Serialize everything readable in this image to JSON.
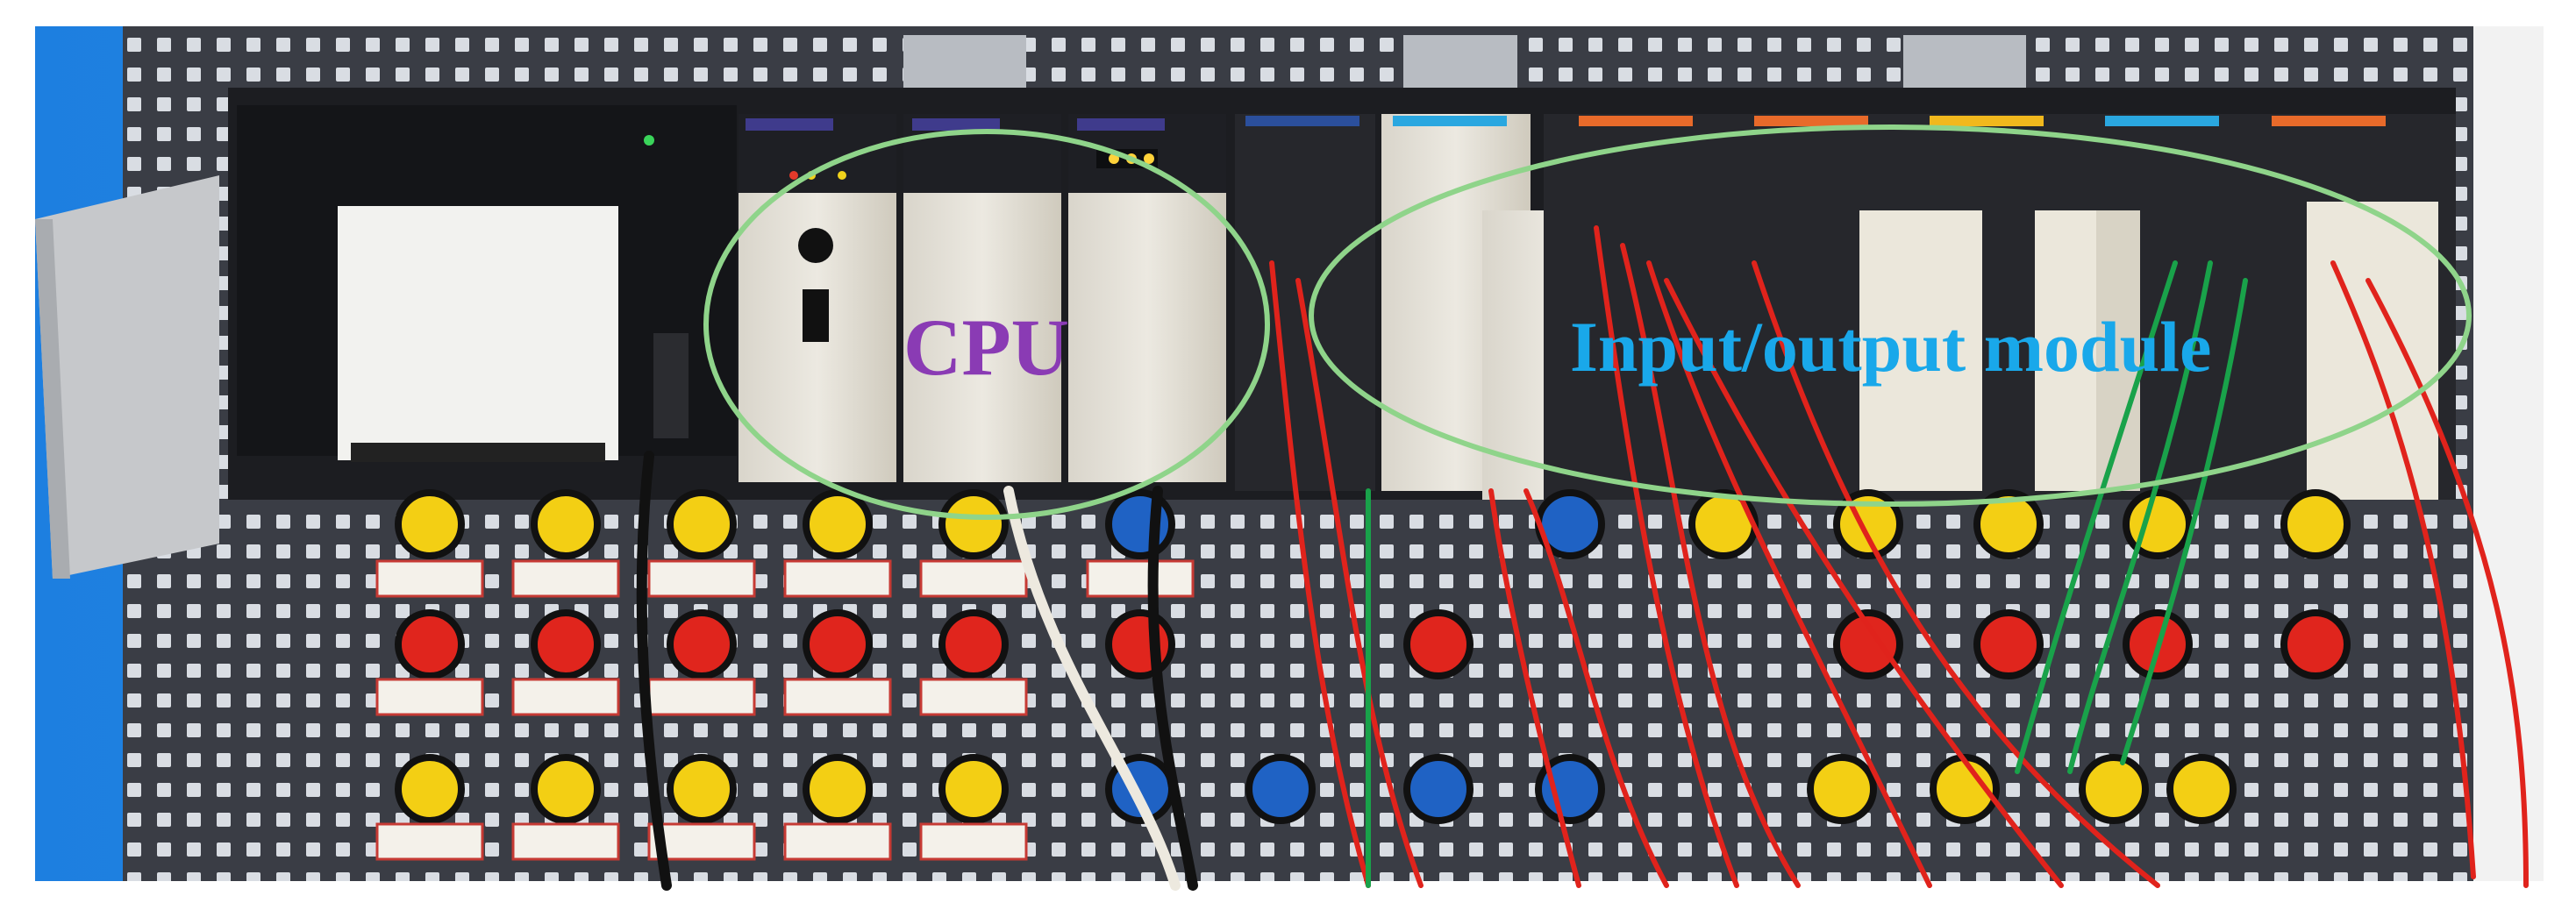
{
  "photo": {
    "subject": "plc-rack-photo"
  },
  "annotations": {
    "cpu_label": "CPU",
    "io_label": "Input/output module"
  },
  "colors": {
    "cpu_label": "#8a3bb4",
    "io_label": "#19a8ea",
    "ellipse": "#8fd48a",
    "pegboard": "#3a3d45",
    "rack": "#1c1d21",
    "module_face": "#e6e2d8",
    "wire_red": "#e0231c",
    "wire_green": "#19a24a",
    "button_yellow": "#f3cf14",
    "button_red": "#e0251d",
    "button_blue": "#1f62c4"
  }
}
